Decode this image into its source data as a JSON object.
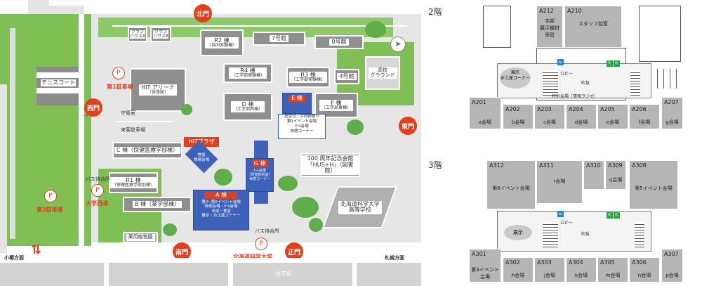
{
  "map": {
    "gates": {
      "north": "北門",
      "west": "西門",
      "east": "東門",
      "south": "南門",
      "main": "正門"
    },
    "buildings": {
      "club_a": "クラブ\nハウスA",
      "club_b": "クラブ\nハウスB",
      "r2": "R2 棟",
      "r2_sub": "（共同実験棟）",
      "no7": "7号館",
      "no8": "8号館",
      "r4": "R4 棟",
      "r4_sub": "（工学部実験棟）",
      "r3": "R3 棟",
      "r3_sub": "（工学部実験棟）",
      "no4": "4号館",
      "hit_arena": "HIT アリーナ",
      "hit_arena_sub": "（体育館）",
      "d": "D 棟",
      "d_sub": "（工学部西棟）",
      "f": "F 棟",
      "f_sub": "（工学部東棟）",
      "c": "C 棟（保健医療学部棟）",
      "r1": "R1 棟",
      "r1_sub": "（保健医療学部別棟）",
      "b": "B 棟（薬学部棟）",
      "hundred": "100 周年記念会館\n「HUS+H」（図書館）",
      "hs": "北海道科学大学\n高等学校",
      "garden": "薬用植物園",
      "residence": "住宅街",
      "tennis": "テニスコート",
      "koko_ground": "高校\nグラウンド",
      "guard": "守衛室"
    },
    "venues": {
      "e_title": "E 棟",
      "e_info": "総受付・手荷物預り\n第1イベント会場\nｾｰﾙ会場\n休憩コーナー",
      "hit_plaza": "HITプラザ",
      "hit_plaza_info": "食堂\n懇親会場",
      "g_title": "G 棟",
      "g_info": "ｾｰﾙ会場\n（研修院別室）\n休憩コーナー",
      "a_title": "A 棟",
      "a_info": "第2~第6イベント会場\n特別会場・ｾｰﾙ会場\n本部・食堂\n展示・お土産コーナー"
    },
    "labels": {
      "parking1": "第1駐車場",
      "parking2": "第2駐車場",
      "guest_parking": "来客駐車場",
      "bus_stop_west": "バス待合所",
      "univ_west": "大学西通",
      "bus_stop": "バス待合所",
      "univ_name": "北海道科学大学",
      "otaru": "小樽方面",
      "sapporo": "札幌方面",
      "p_icon": "P"
    }
  },
  "floor2": {
    "title": "2階",
    "rooms_top": [
      {
        "num": "A212",
        "name": "本部\n展示機材\n保管"
      },
      {
        "num": "A210",
        "name": "スタッフ控室"
      }
    ],
    "display": "展示\nお土産コーナー",
    "special": "特別会場（情報ラジオ）",
    "lobby": "ロビー",
    "stairs": "吹抜",
    "rooms_bottom": [
      {
        "num": "A201",
        "name": "a会場"
      },
      {
        "num": "A202",
        "name": "b会場"
      },
      {
        "num": "A203",
        "name": "c会場"
      },
      {
        "num": "A204",
        "name": "d会場"
      },
      {
        "num": "A205",
        "name": "e会場"
      },
      {
        "num": "A206",
        "name": "f会場"
      },
      {
        "num": "A207",
        "name": "g会場"
      }
    ]
  },
  "floor3": {
    "title": "3階",
    "rooms_top": [
      {
        "num": "A312",
        "name": "第6イベント会場"
      },
      {
        "num": "A311",
        "name": "r会場"
      },
      {
        "num": "A310",
        "name": ""
      },
      {
        "num": "A309",
        "name": "q会場"
      },
      {
        "num": "A308",
        "name": "第5イベント会場"
      }
    ],
    "display": "展示",
    "lobby": "ロビー",
    "stairs": "吹抜",
    "rooms_bottom": [
      {
        "num": "A301",
        "name": "第3イベント\n会場"
      },
      {
        "num": "A302",
        "name": "h会場"
      },
      {
        "num": "A303",
        "name": "j会場"
      },
      {
        "num": "A304",
        "name": "k会場"
      },
      {
        "num": "A305",
        "name": "m会場"
      },
      {
        "num": "A306",
        "name": "n会場"
      },
      {
        "num": "A307",
        "name": "p会場"
      }
    ]
  },
  "colors": {
    "gate": "#e0401e",
    "venue": "#3d62b8",
    "building": "#8f8f8f",
    "green": "#8fc86a"
  }
}
